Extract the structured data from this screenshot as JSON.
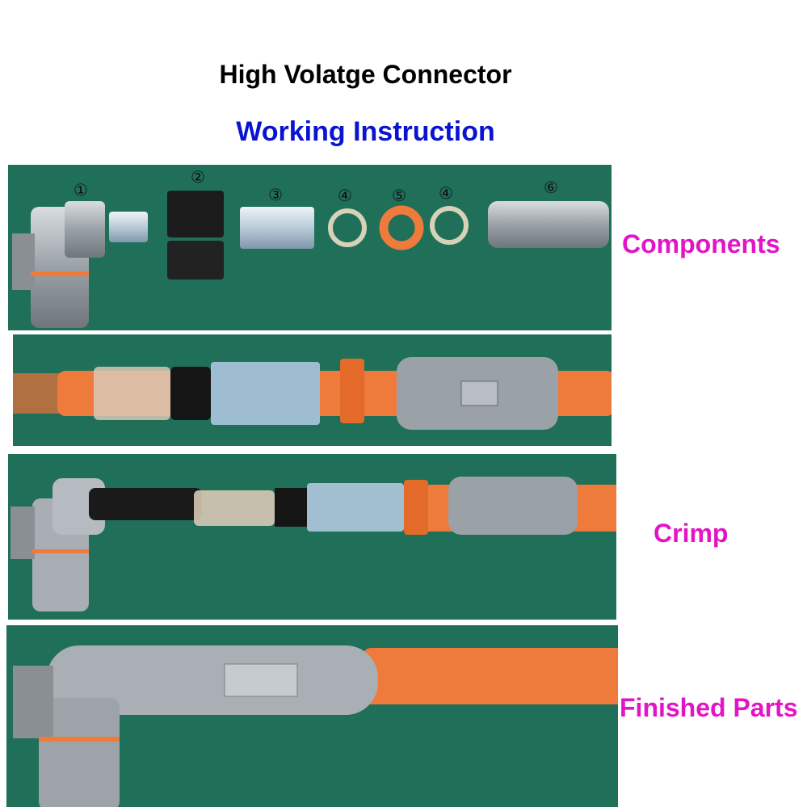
{
  "header": {
    "title": "High Volatge Connector",
    "subtitle": "Working Instruction"
  },
  "panels": [
    {
      "label": "Components",
      "numbers": [
        "①",
        "②",
        "③",
        "④",
        "⑤",
        "④",
        "⑥"
      ]
    },
    {
      "label": ""
    },
    {
      "label": "Crimp"
    },
    {
      "label": "Finished Parts"
    }
  ],
  "colors": {
    "background": "#1f6f59",
    "cable_orange": "#ee7a3c",
    "label_magenta": "#e314c8",
    "subtitle_blue": "#0a14d0"
  }
}
